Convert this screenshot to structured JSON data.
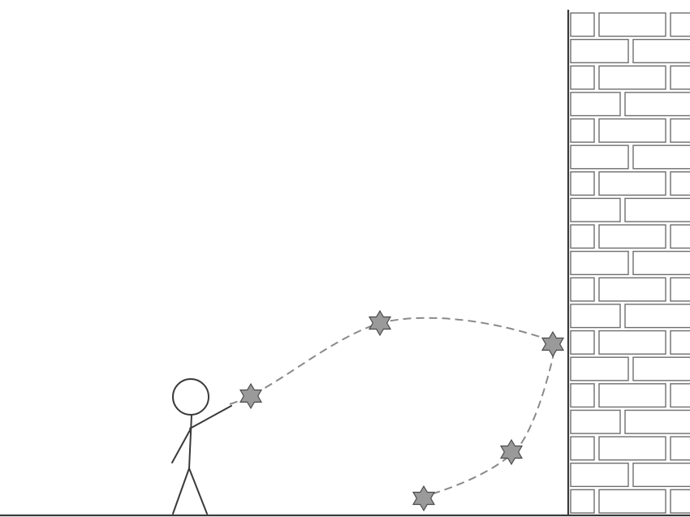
{
  "scene": {
    "figure": "stick-figure",
    "projectile": "star",
    "obstacle": "brick-wall",
    "path_style": "dashed",
    "bounce_count": 1,
    "colors": {
      "background": "#ffffff",
      "outline": "#3a3a3a",
      "star_fill": "#9a9a9a",
      "dash": "#8a8a8a",
      "mortar": "#ffffff",
      "brick_edge": "#6e6e6e"
    },
    "icons": {
      "thrower": "stick-figure-icon",
      "projectile": "star-icon",
      "wall": "brick-wall-icon"
    }
  }
}
